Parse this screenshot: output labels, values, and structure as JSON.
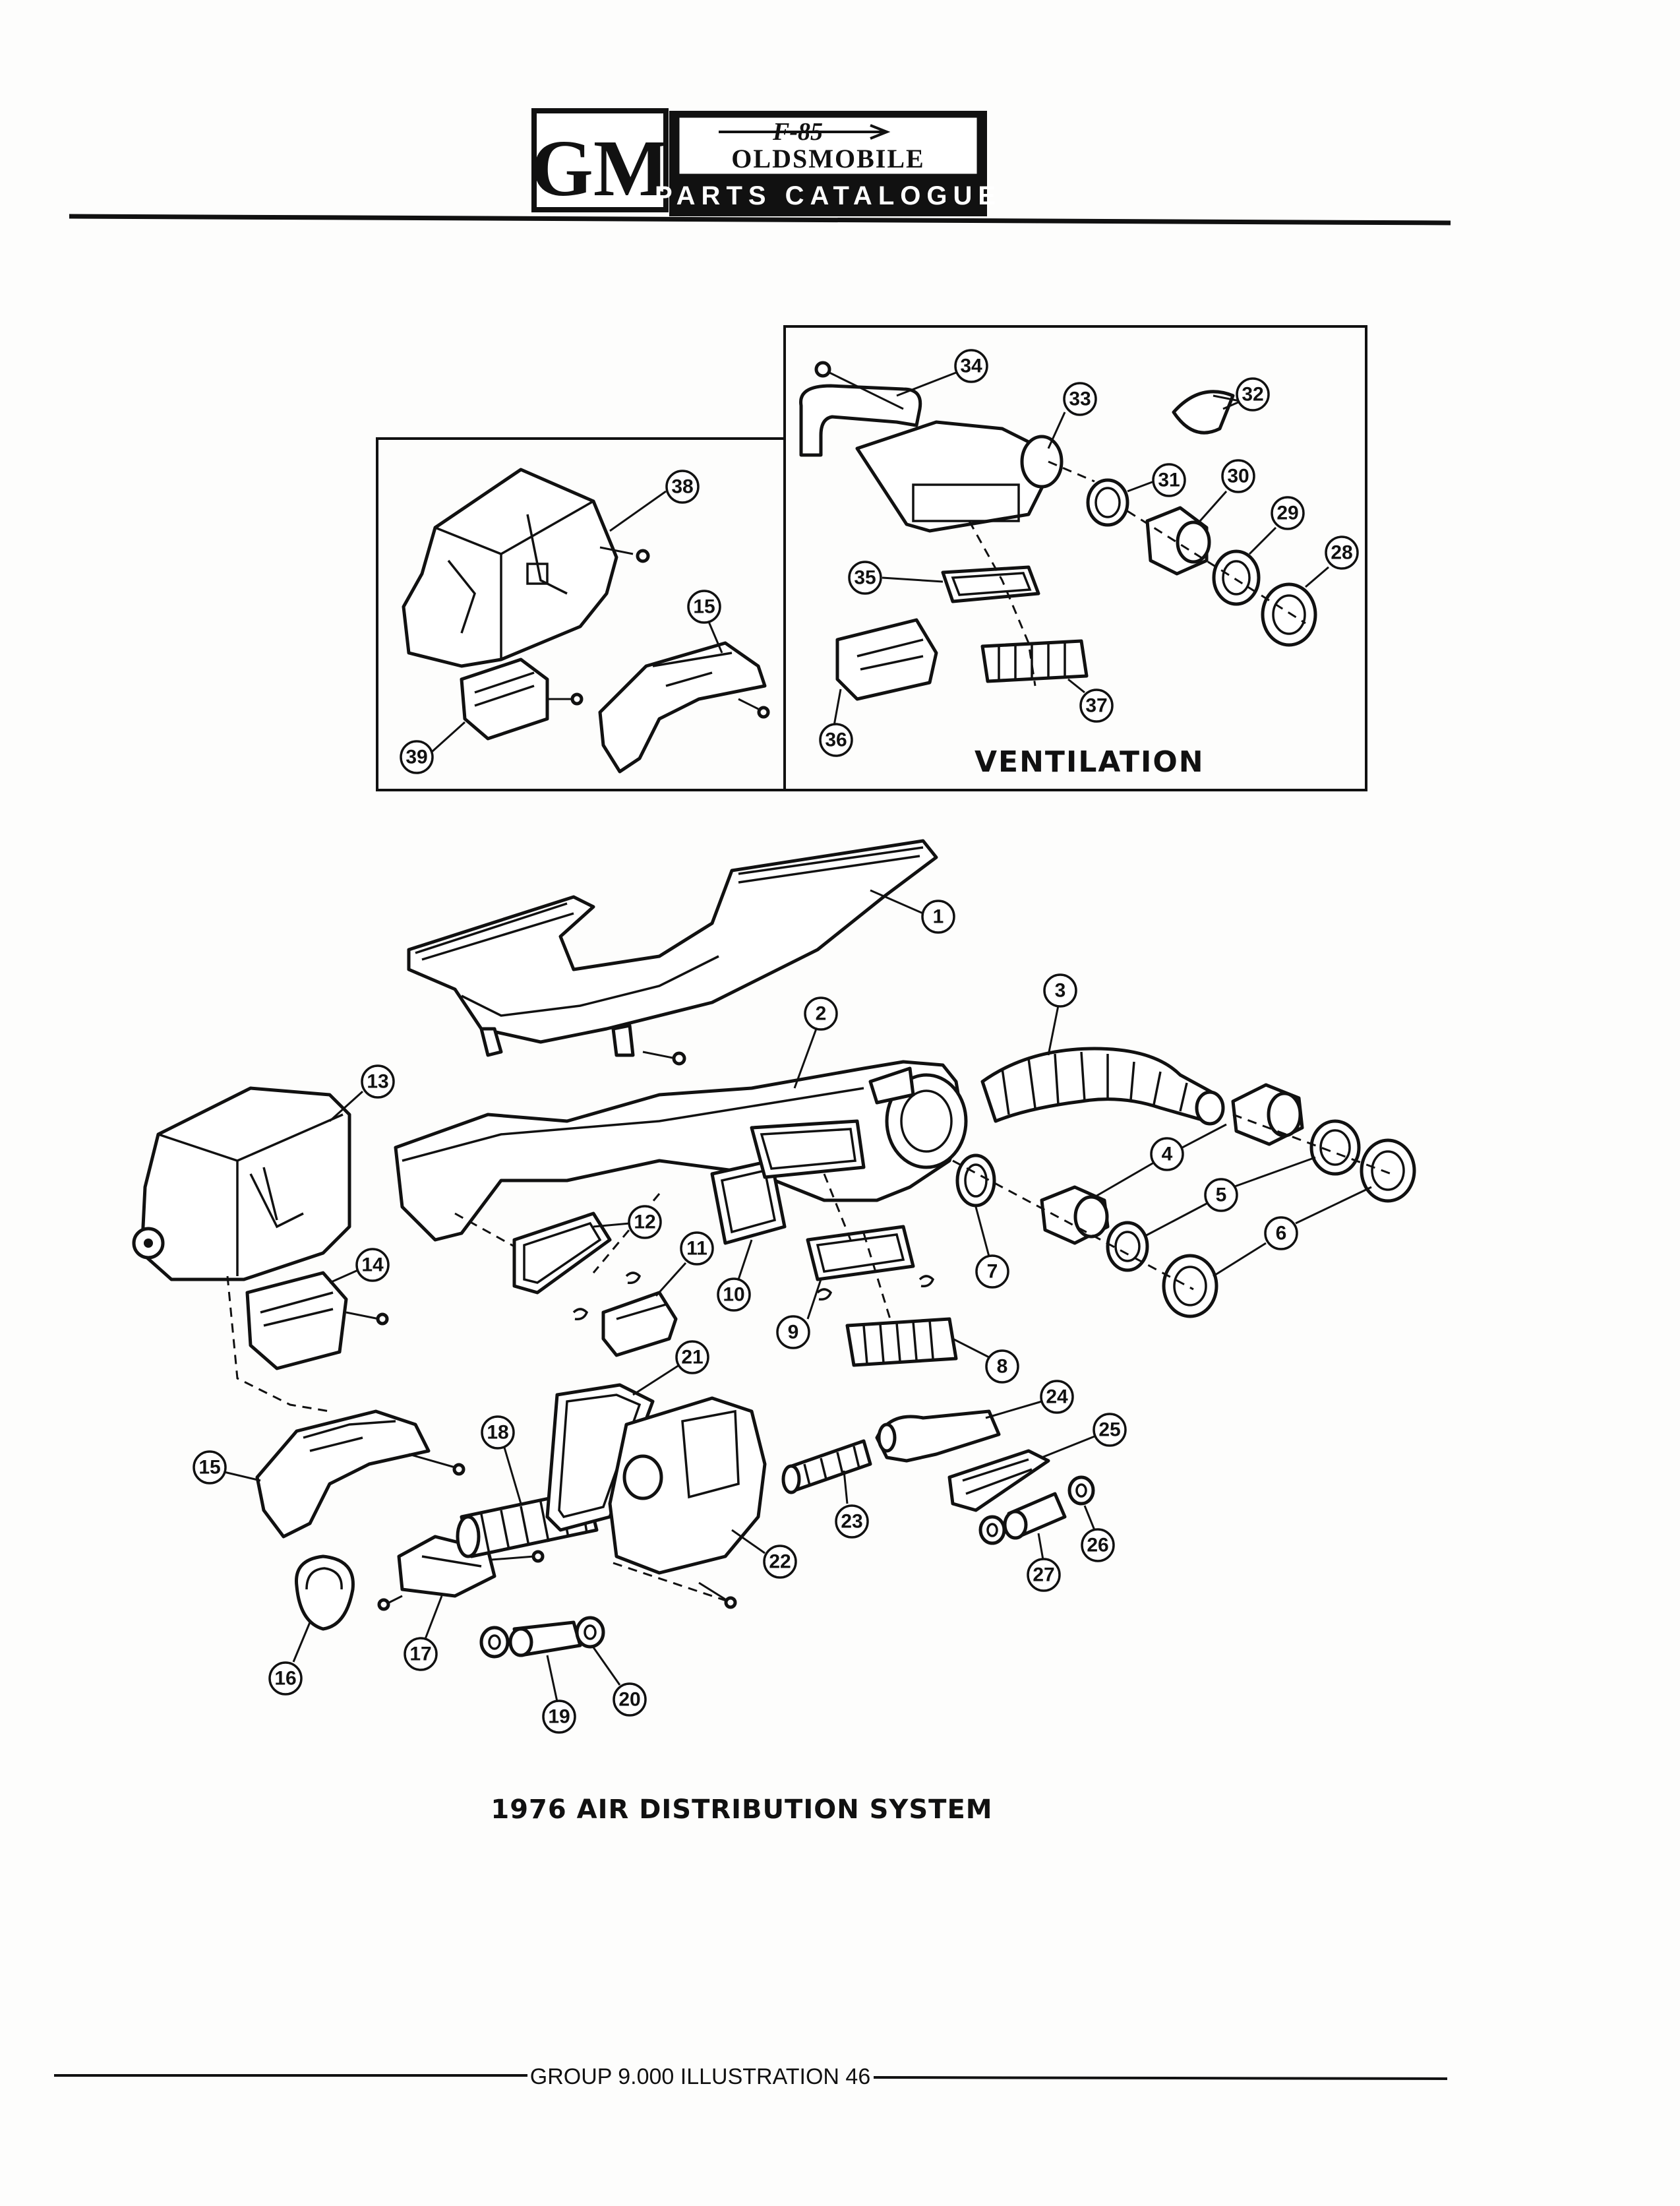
{
  "header": {
    "brand": "GM",
    "model_logo": "F-85",
    "make": "OLDSMOBILE",
    "catalogue": "PARTS CATALOGUE"
  },
  "ventilation_panel": {
    "title": "VENTILATION",
    "callouts": [
      "28",
      "29",
      "30",
      "31",
      "32",
      "33",
      "34",
      "35",
      "36",
      "37"
    ]
  },
  "inset_panel": {
    "callouts": [
      "15",
      "38",
      "39"
    ]
  },
  "main_diagram": {
    "callouts": [
      "1",
      "2",
      "3",
      "4",
      "5",
      "6",
      "7",
      "8",
      "9",
      "10",
      "11",
      "12",
      "13",
      "14",
      "15",
      "16",
      "17",
      "18",
      "19",
      "20",
      "21",
      "22",
      "23",
      "24",
      "25",
      "26",
      "27"
    ]
  },
  "caption": "1976 AIR DISTRIBUTION SYSTEM",
  "footer": "GROUP 9.000 ILLUSTRATION 46"
}
